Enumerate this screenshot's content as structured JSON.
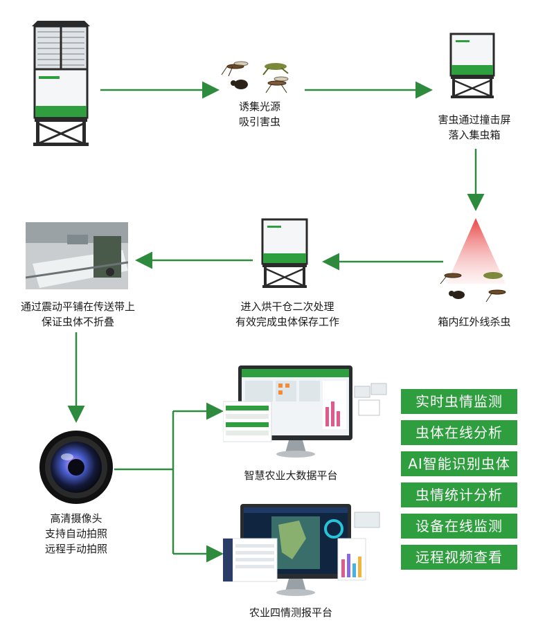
{
  "colors": {
    "arrow": "#2e8b3d",
    "green_panel": "#2e9e3e",
    "device_frame": "#2a2a2a",
    "laser": "#e83a3a"
  },
  "steps": {
    "attract": [
      "诱集光源",
      "吸引害虫"
    ],
    "fall": [
      "害虫通过撞击屏",
      "落入集虫箱"
    ],
    "kill": [
      "箱内红外线杀虫"
    ],
    "dry": [
      "进入烘干仓二次处理",
      "有效完成虫体保存工作"
    ],
    "spread": [
      "通过震动平铺在传送带上",
      "保证虫体不折叠"
    ],
    "camera": [
      "高清摄像头",
      "支持自动拍照",
      "远程手动拍照"
    ],
    "bigdata_platform": "智慧农业大数据平台",
    "forecast_platform": "农业四情测报平台"
  },
  "features": [
    "实时虫情监测",
    "虫体在线分析",
    "AI智能识别虫体",
    "虫情统计分析",
    "设备在线监测",
    "远程视频查看"
  ],
  "icons": [
    "insect-trap-device-icon",
    "insects-icon",
    "camera-lens-icon",
    "monitor-icon",
    "conveyor-photo-icon"
  ]
}
